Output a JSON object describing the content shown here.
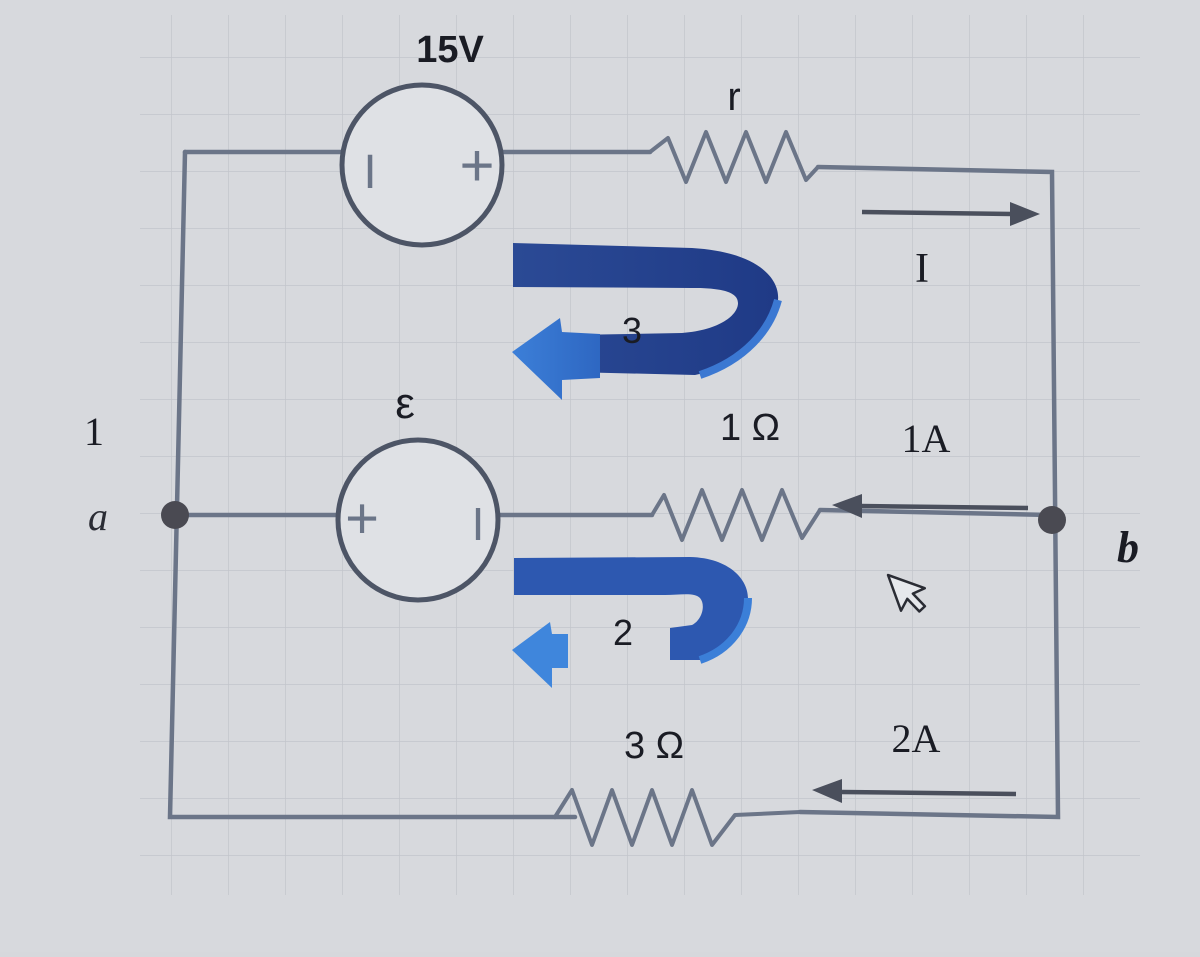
{
  "diagram": {
    "sources": {
      "top": {
        "value": "15V",
        "left_terminal": "I",
        "right_terminal": "+"
      },
      "middle": {
        "value": "ε",
        "left_terminal": "+",
        "right_terminal": "I"
      }
    },
    "resistors": {
      "top": {
        "value": "r"
      },
      "middle": {
        "value": "1 Ω"
      },
      "bottom": {
        "value": "3 Ω"
      }
    },
    "currents": {
      "top": {
        "value": "I"
      },
      "middle": {
        "value": "1A"
      },
      "bottom": {
        "value": "2A"
      }
    },
    "loops": {
      "upper": {
        "label": "3"
      },
      "lower": {
        "label": "2"
      }
    },
    "nodes": {
      "left": {
        "label": "a"
      },
      "right": {
        "label": "b"
      }
    },
    "side_mark": "1",
    "colors": {
      "wire": "#6b7588",
      "loop_dark": "#25448f",
      "loop_light": "#3a7fd6",
      "node": "#4a4a52",
      "text": "#1a1c24"
    }
  }
}
